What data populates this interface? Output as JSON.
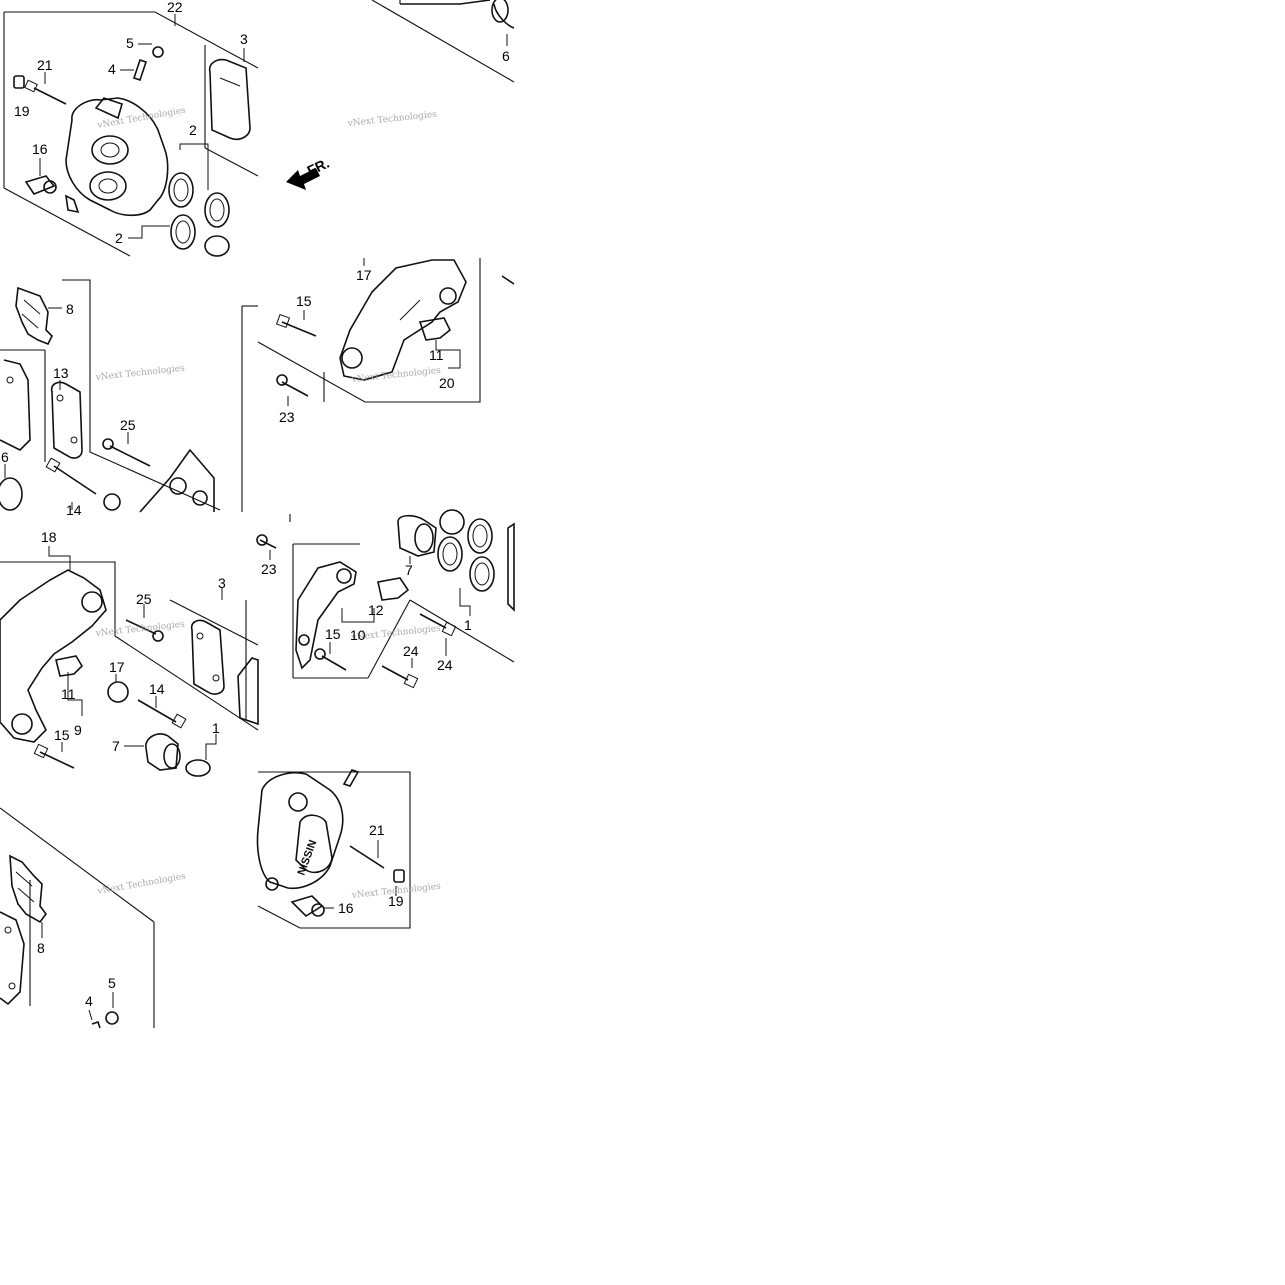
{
  "diagram": {
    "tiles": [
      {
        "id": "t1",
        "callouts": [
          "22",
          "5",
          "4",
          "3",
          "21",
          "19",
          "16",
          "2",
          "2"
        ],
        "watermark": "vNext Technologies"
      },
      {
        "id": "t2",
        "callouts": [
          "6"
        ],
        "watermark": "vNext Technologies",
        "direction_label": "FR."
      },
      {
        "id": "t3",
        "callouts": [
          "8",
          "13",
          "25",
          "6",
          "14"
        ],
        "watermark": "vNext Technologies"
      },
      {
        "id": "t4",
        "callouts": [
          "17",
          "15",
          "11",
          "20",
          "23"
        ],
        "watermark": "vNext Technologies"
      },
      {
        "id": "t5",
        "callouts": [
          "18",
          "25",
          "3",
          "17",
          "11",
          "14",
          "9",
          "15",
          "7",
          "1"
        ],
        "watermark": "vNext Technologies"
      },
      {
        "id": "t6",
        "callouts": [
          "23",
          "7",
          "12",
          "15",
          "10",
          "24",
          "24",
          "1"
        ],
        "watermark": "vNext Technologies"
      },
      {
        "id": "t7",
        "callouts": [
          "8",
          "5",
          "4"
        ],
        "watermark": "vNext Technologies"
      },
      {
        "id": "t8",
        "callouts": [
          "21",
          "16",
          "19"
        ],
        "watermark": "vNext Technologies",
        "brand_mark": "NISSIN"
      }
    ]
  }
}
